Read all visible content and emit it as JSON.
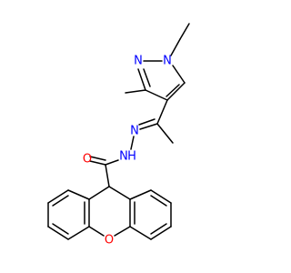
{
  "molecule": {
    "atoms": {
      "n_pyrazole_1": {
        "text": "N",
        "color": "#0000ff"
      },
      "n_pyrazole_2": {
        "text": "N",
        "color": "#0000ff"
      },
      "n_hydrazone": {
        "text": "N",
        "color": "#0000ff"
      },
      "n_amide": {
        "text": "N",
        "color": "#0000ff"
      },
      "h_amide": {
        "text": "H",
        "color": "#0000ff"
      },
      "o_carbonyl": {
        "text": "O",
        "color": "#ff0000"
      },
      "o_xanthene": {
        "text": "O",
        "color": "#ff0000"
      }
    },
    "colors": {
      "bond": "#000000",
      "nitrogen": "#0000ff",
      "oxygen": "#ff0000"
    }
  }
}
